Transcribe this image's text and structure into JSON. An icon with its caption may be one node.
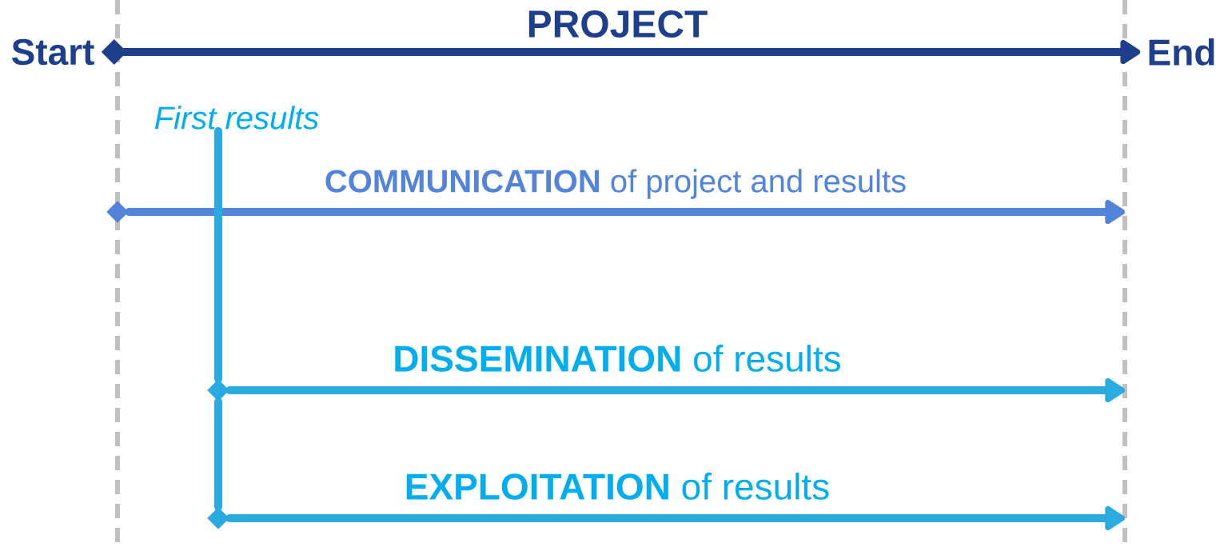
{
  "diagram": {
    "nodes": [
      {
        "text": [
          "Start"
        ]
      },
      {
        "text": [
          "End"
        ]
      },
      {
        "text": [
          "First results"
        ]
      },
      {
        "text": [],
        "shape": "diamond"
      },
      {
        "text": [],
        "shape": "diamond"
      },
      {
        "text": [],
        "shape": "diamond"
      }
    ],
    "edges": [
      {
        "from": 0,
        "to": 1,
        "arrow": "to",
        "label": "PROJECT",
        "color": "#1e3f8c"
      },
      {
        "from": 3,
        "to": null,
        "arrow": "to",
        "label": "**COMMUNICATION** of project and results",
        "color": "#5384dc"
      },
      {
        "from": 2,
        "to": 4,
        "arrow": "none"
      },
      {
        "from": 4,
        "to": 5,
        "arrow": "none"
      },
      {
        "from": 4,
        "to": null,
        "arrow": "to",
        "label": "**DISSEMINATION** of results"
      },
      {
        "from": 5,
        "to": null,
        "arrow": "to",
        "label": "**EXPLOITATION** of results"
      }
    ]
  }
}
